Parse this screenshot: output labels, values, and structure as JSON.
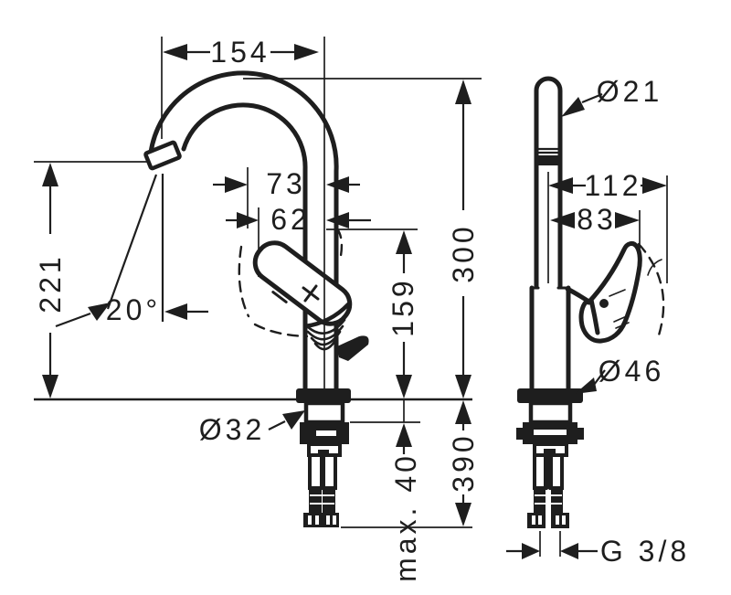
{
  "meta": {
    "description": "Technical dimension drawing of a single-lever swivel-spout faucet, front and side views",
    "colors": {
      "background": "#ffffff",
      "ink": "#1e1e1e"
    }
  },
  "front_view": {
    "spout_reach": "154",
    "handle_offset_top": "73",
    "handle_offset": "62",
    "outlet_height": "221",
    "swivel_angle": "20°",
    "mounting_hole": "Ø32",
    "mid_height": "159",
    "total_height": "300",
    "height_with_hoses": "390",
    "max_deck_thickness": "max. 40"
  },
  "side_view": {
    "spout_pipe_diameter": "Ø21",
    "handle_reach_max": "112",
    "handle_reach": "83",
    "body_diameter": "Ø46",
    "connection_thread": "G 3/8"
  }
}
